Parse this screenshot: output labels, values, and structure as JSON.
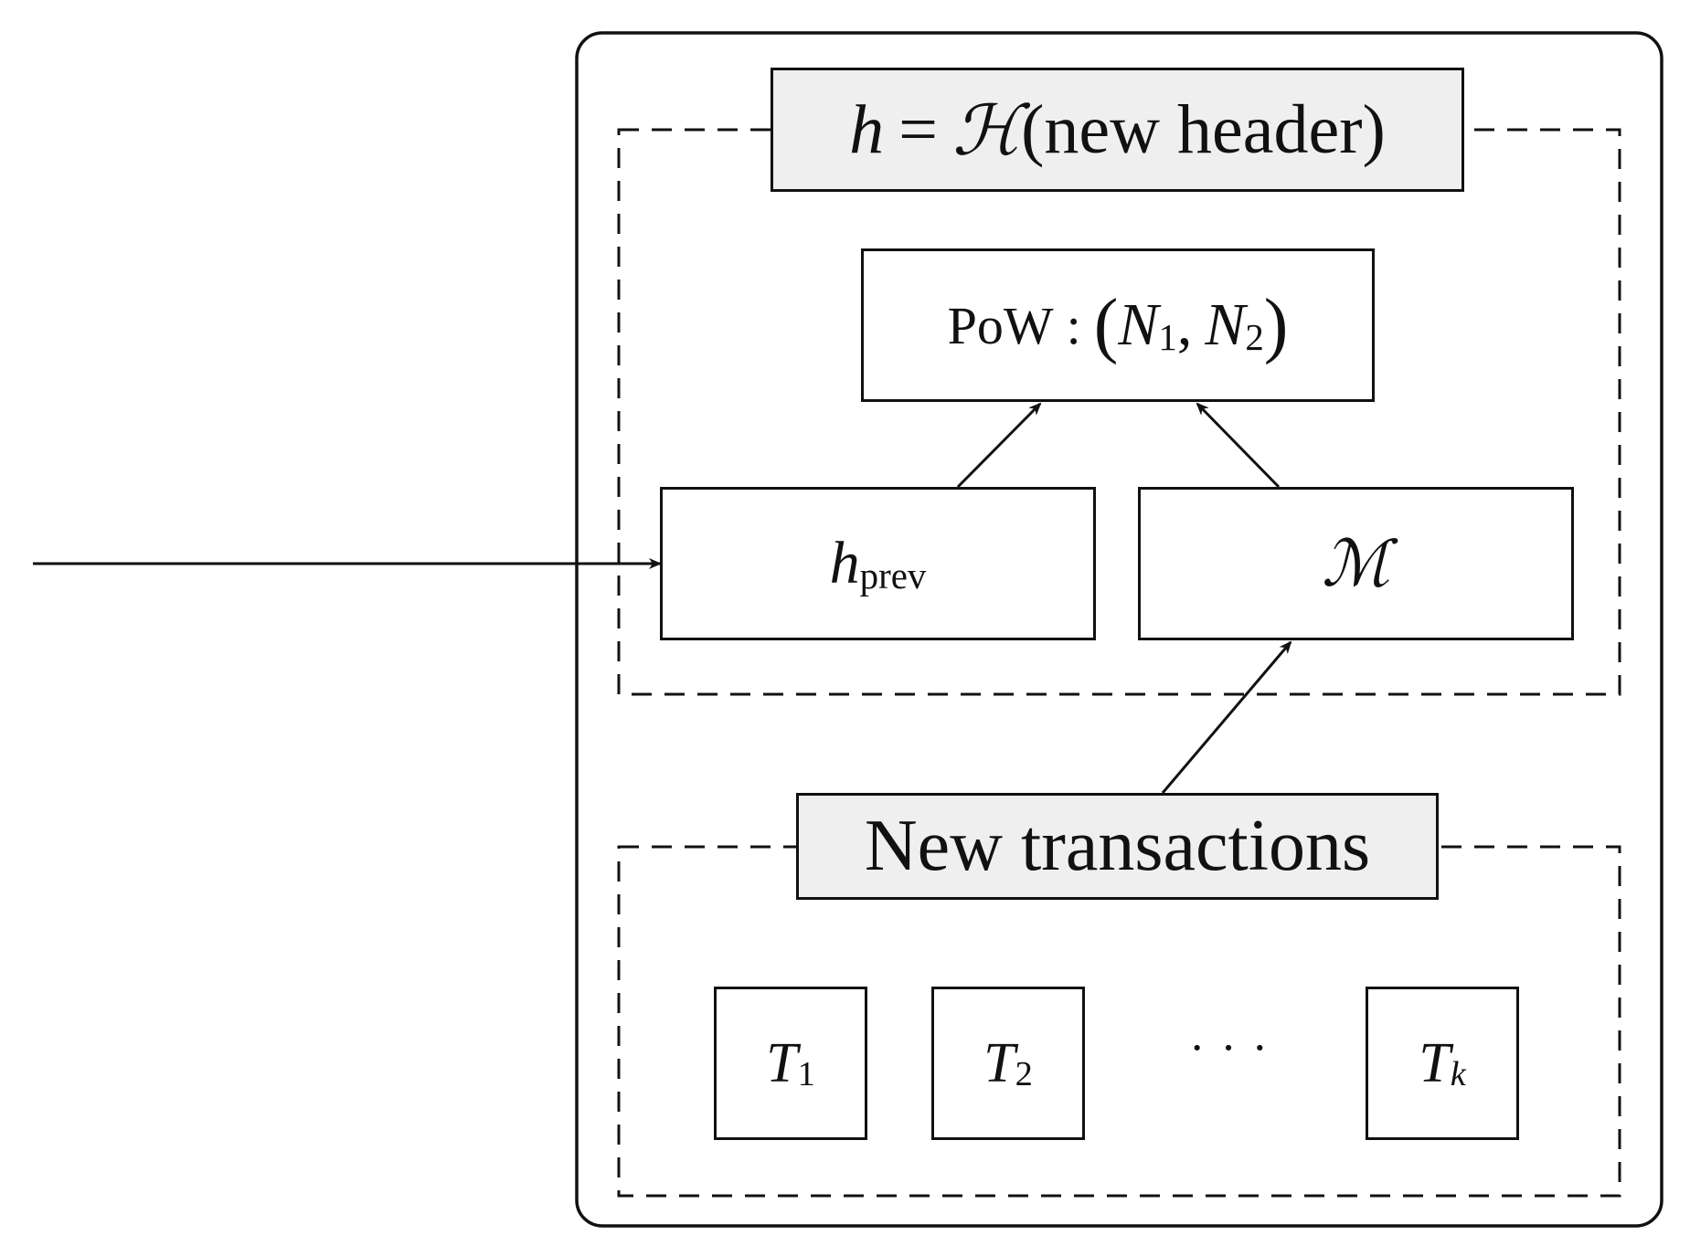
{
  "header": {
    "lhs": "h",
    "eq": "=",
    "op": "ℋ",
    "arg": "(new header)"
  },
  "pow": {
    "prefix": "PoW",
    "colon": ":",
    "open": "(",
    "n": "N",
    "sub1": "1",
    "comma": ",",
    "sub2": "2",
    "close": ")"
  },
  "hprev": {
    "base": "h",
    "sub": "prev"
  },
  "merkle": {
    "symbol": "ℳ"
  },
  "transactions": {
    "title": "New transactions",
    "items": [
      {
        "base": "T",
        "sub": "1"
      },
      {
        "base": "T",
        "sub": "2"
      },
      {
        "base": "T",
        "sub": "k"
      }
    ],
    "ellipsis": "· · ·"
  }
}
